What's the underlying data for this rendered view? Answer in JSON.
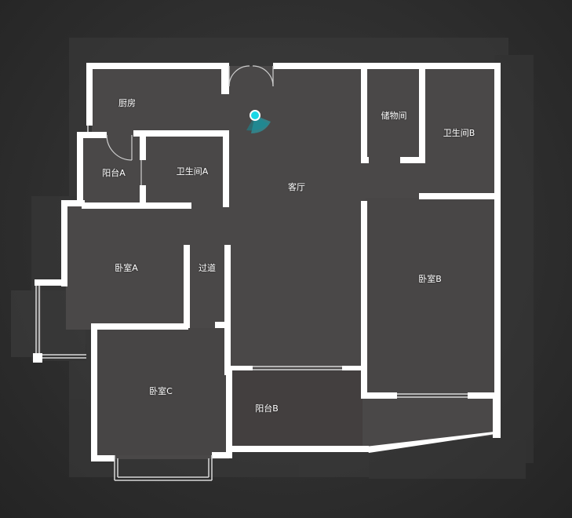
{
  "rooms": [
    {
      "id": "kitchen",
      "label": "厨房"
    },
    {
      "id": "storage",
      "label": "储物间"
    },
    {
      "id": "bathroom-b",
      "label": "卫生间B"
    },
    {
      "id": "balcony-a",
      "label": "阳台A"
    },
    {
      "id": "bathroom-a",
      "label": "卫生间A"
    },
    {
      "id": "living-room",
      "label": "客厅"
    },
    {
      "id": "bedroom-a",
      "label": "卧室A"
    },
    {
      "id": "hallway",
      "label": "过道"
    },
    {
      "id": "bedroom-b",
      "label": "卧室B"
    },
    {
      "id": "bedroom-c",
      "label": "卧室C"
    },
    {
      "id": "balcony-b",
      "label": "阳台B"
    }
  ],
  "colors": {
    "wall": "#ffffff",
    "floor": "#4a4848",
    "floor_dark": "#403e3e",
    "outside_photo": "#3f3f3f",
    "marker": "#19c7d6"
  },
  "viewer_marker": "current-position-icon"
}
